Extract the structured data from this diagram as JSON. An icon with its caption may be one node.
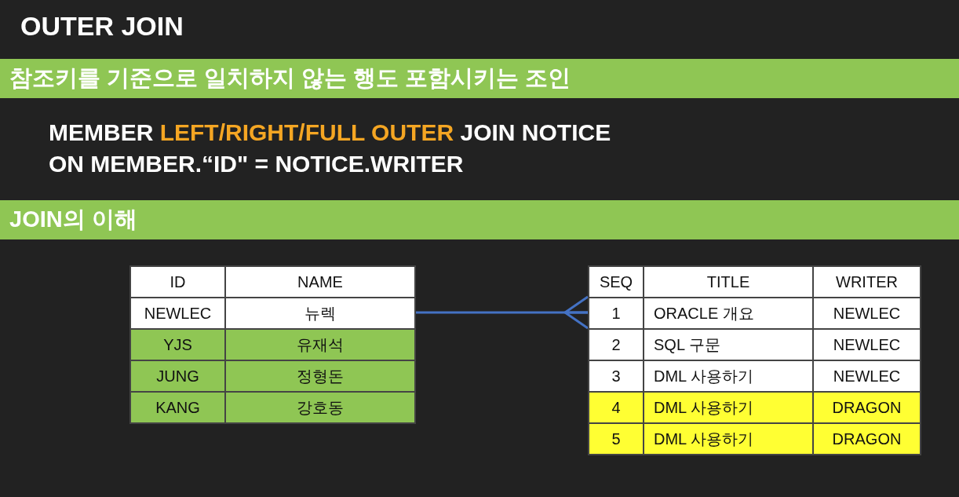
{
  "diagram": {
    "title": "OUTER JOIN",
    "nodes": [
      {
        "text": [
          "참조키를 기준으로 일치하지 않는 행도 포함시키는 조인"
        ]
      },
      {
        "text": [
          "JOIN의 이해"
        ]
      },
      {
        "text": [],
        "shape": "box"
      },
      {
        "text": [],
        "shape": "box"
      }
    ],
    "edges": [
      {
        "from": 2,
        "to": 3,
        "arrow": "other",
        "color": "#4472c4"
      }
    ],
    "labels": [
      "MEMBER",
      "LEFT/RIGHT/FULL OUTER",
      "JOIN NOTICE",
      "ON MEMBER.“ID\" = NOTICE.WRITER",
      "ID",
      "NAME",
      "NEWLEC",
      "뉴렉",
      "YJS",
      "유재석",
      "JUNG",
      "정형돈",
      "KANG",
      "강호동",
      "SEQ",
      "TITLE",
      "WRITER",
      "1",
      "ORACLE 개요",
      "NEWLEC",
      "2",
      "SQL 구문",
      "NEWLEC",
      "3",
      "DML 사용하기",
      "NEWLEC",
      "4",
      "DML 사용하기",
      "DRAGON",
      "5",
      "DML 사용하기",
      "DRAGON"
    ]
  }
}
